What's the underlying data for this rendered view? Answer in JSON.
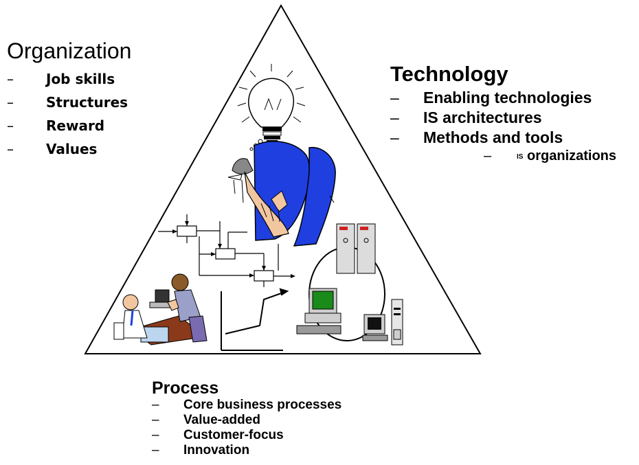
{
  "organization": {
    "title": "Organization",
    "items": [
      "Job skills",
      "Structures",
      "Reward",
      "Values"
    ]
  },
  "technology": {
    "title": "Technology",
    "items": [
      "Enabling technologies",
      "IS architectures",
      "Methods and tools"
    ],
    "subitem_prefix": "IS",
    "subitem_text": "organizations"
  },
  "process": {
    "title": "Process",
    "items": [
      "Core business processes",
      "Value-added",
      "Customer-focus",
      "Innovation"
    ]
  },
  "bullet": "–",
  "colors": {
    "outline": "#000000",
    "blue_figure": "#1f3fe0",
    "skin": "#f2c7a0",
    "monitor_screen": "#1a8a1a",
    "server_red": "#cc2222",
    "purple": "#7a6bb0"
  },
  "icons": [
    "lightbulb-icon",
    "thinking-person-icon",
    "flowchart-icon",
    "meeting-people-icon",
    "computer-network-icon",
    "growth-arrow-icon"
  ]
}
